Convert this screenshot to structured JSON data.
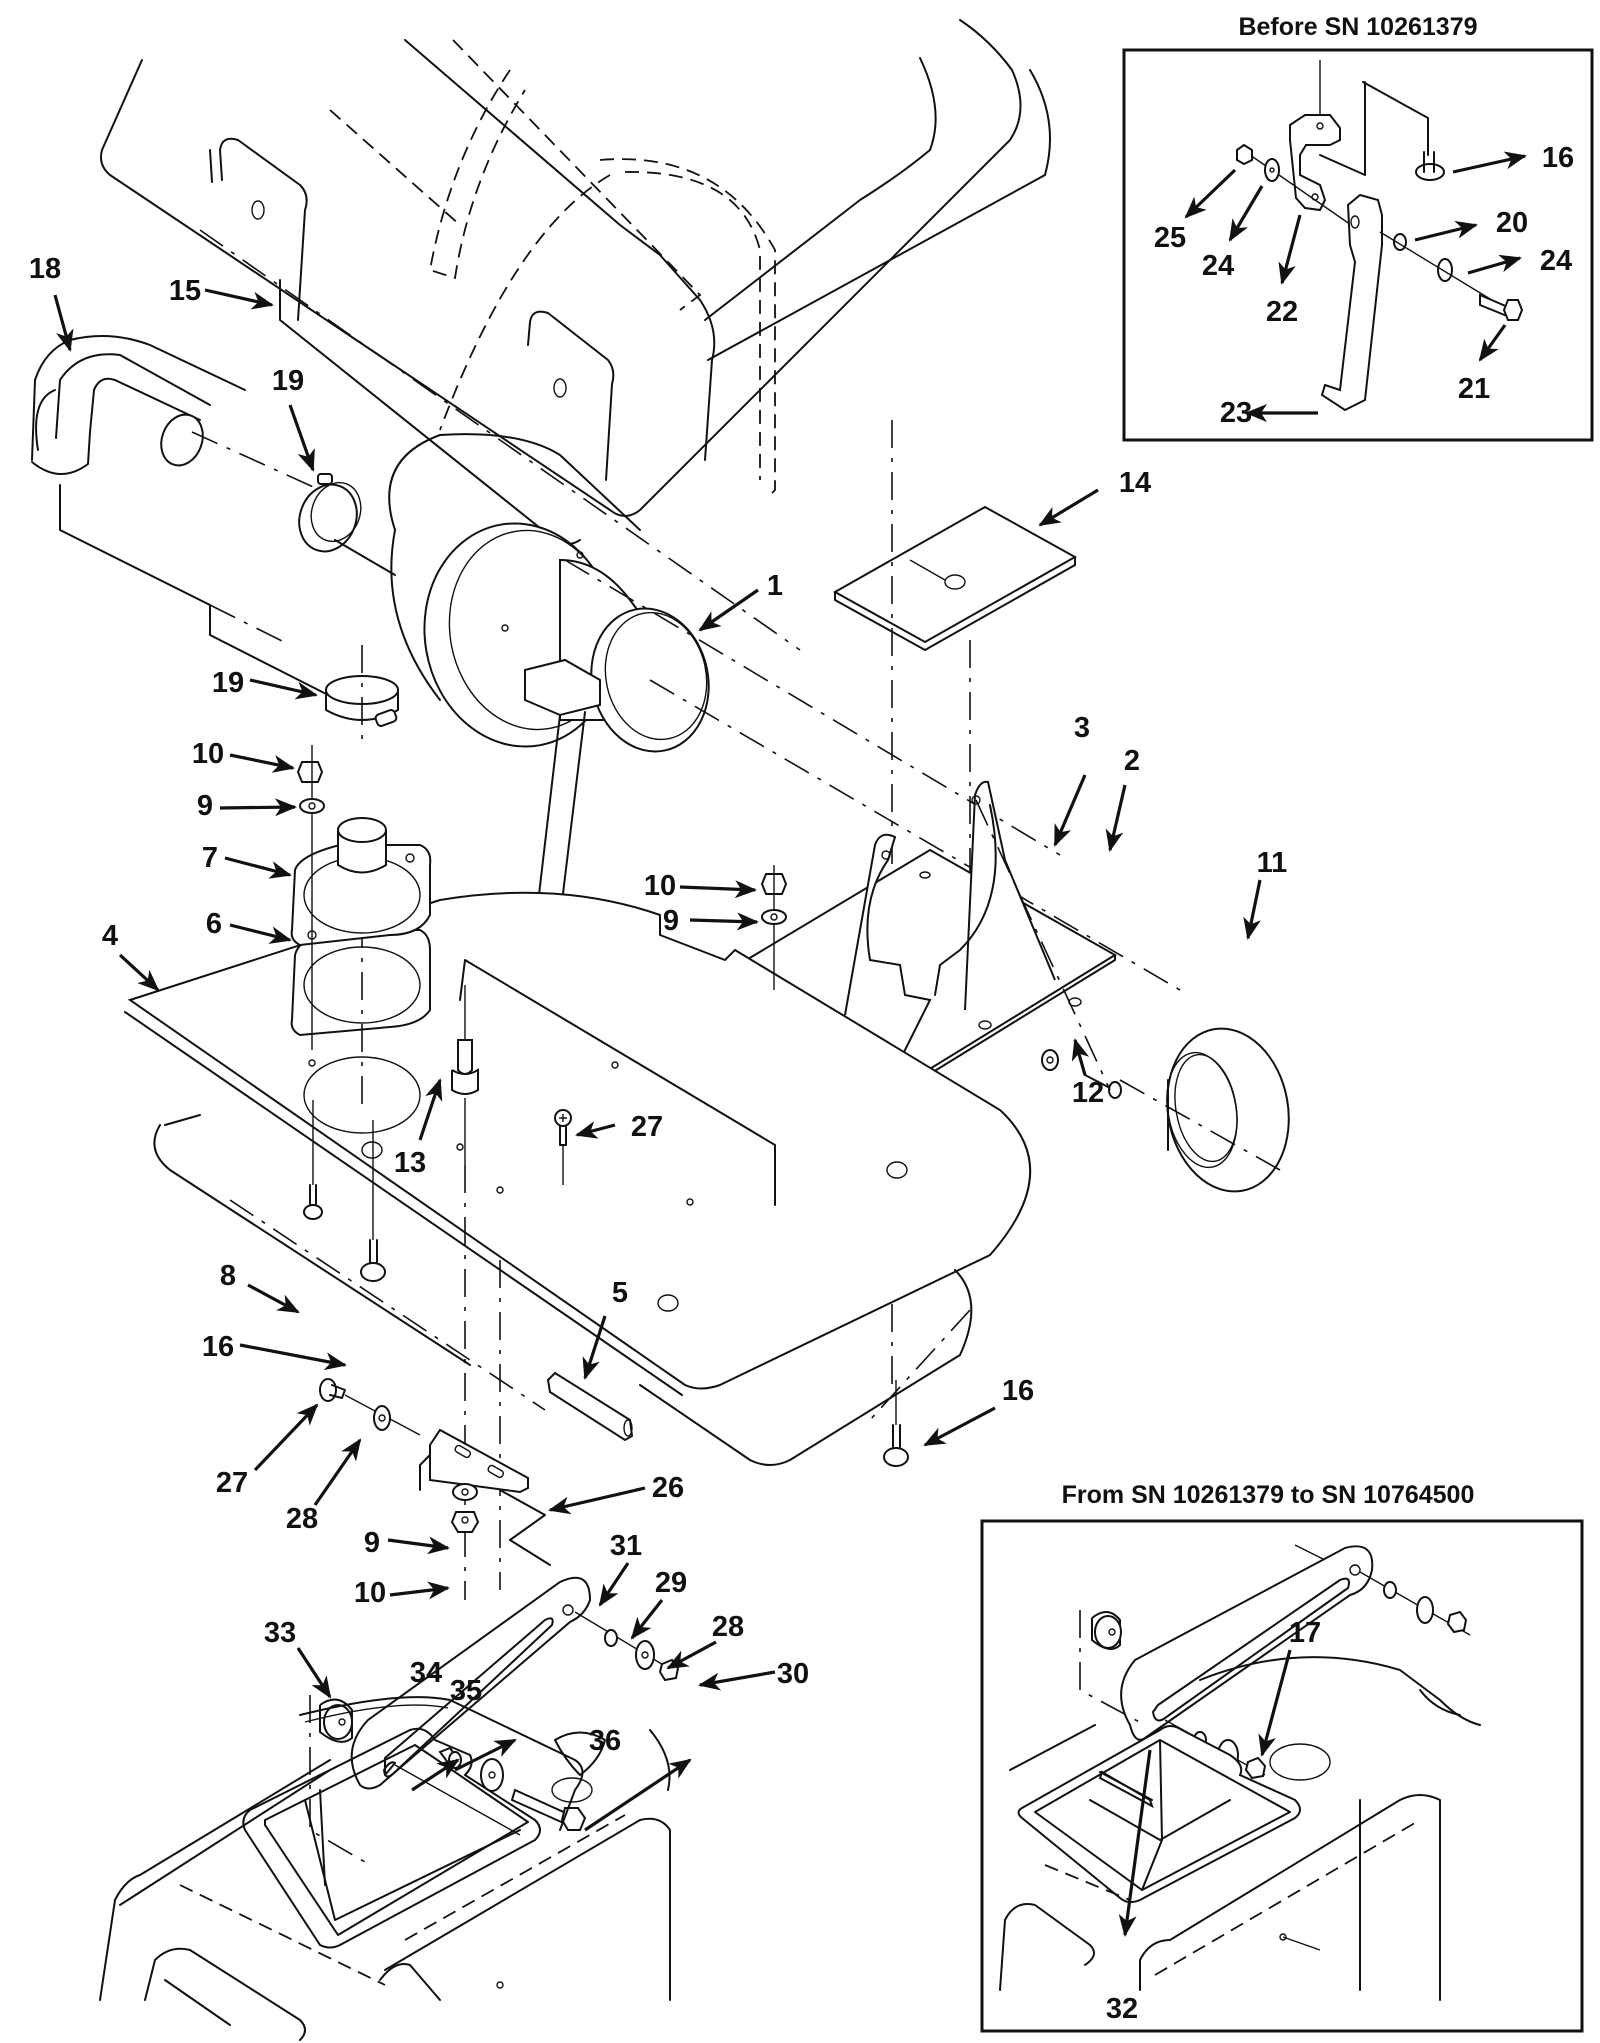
{
  "diagram": {
    "title": "Vacuum motor / hose / mounting exploded parts view",
    "insets": [
      {
        "id": "before",
        "title": "Before SN 10261379",
        "callouts": [
          "16",
          "20",
          "24",
          "21",
          "25",
          "24",
          "22",
          "23"
        ]
      },
      {
        "id": "from-to",
        "title": "From SN 10261379 to SN 10764500",
        "callouts": [
          "17",
          "32"
        ]
      }
    ],
    "main_callouts": [
      "18",
      "15",
      "19",
      "1",
      "14",
      "19",
      "10",
      "9",
      "7",
      "6",
      "4",
      "3",
      "2",
      "10",
      "9",
      "11",
      "12",
      "13",
      "27",
      "8",
      "16",
      "5",
      "16",
      "27",
      "28",
      "26",
      "9",
      "10",
      "31",
      "29",
      "28",
      "30",
      "33",
      "34",
      "35",
      "36"
    ],
    "parts_referenced": [
      "1",
      "2",
      "3",
      "4",
      "5",
      "6",
      "7",
      "8",
      "9",
      "10",
      "11",
      "12",
      "13",
      "14",
      "15",
      "16",
      "17",
      "18",
      "19",
      "20",
      "21",
      "22",
      "23",
      "24",
      "25",
      "26",
      "27",
      "28",
      "29",
      "30",
      "31",
      "32",
      "33",
      "34",
      "35",
      "36"
    ]
  }
}
